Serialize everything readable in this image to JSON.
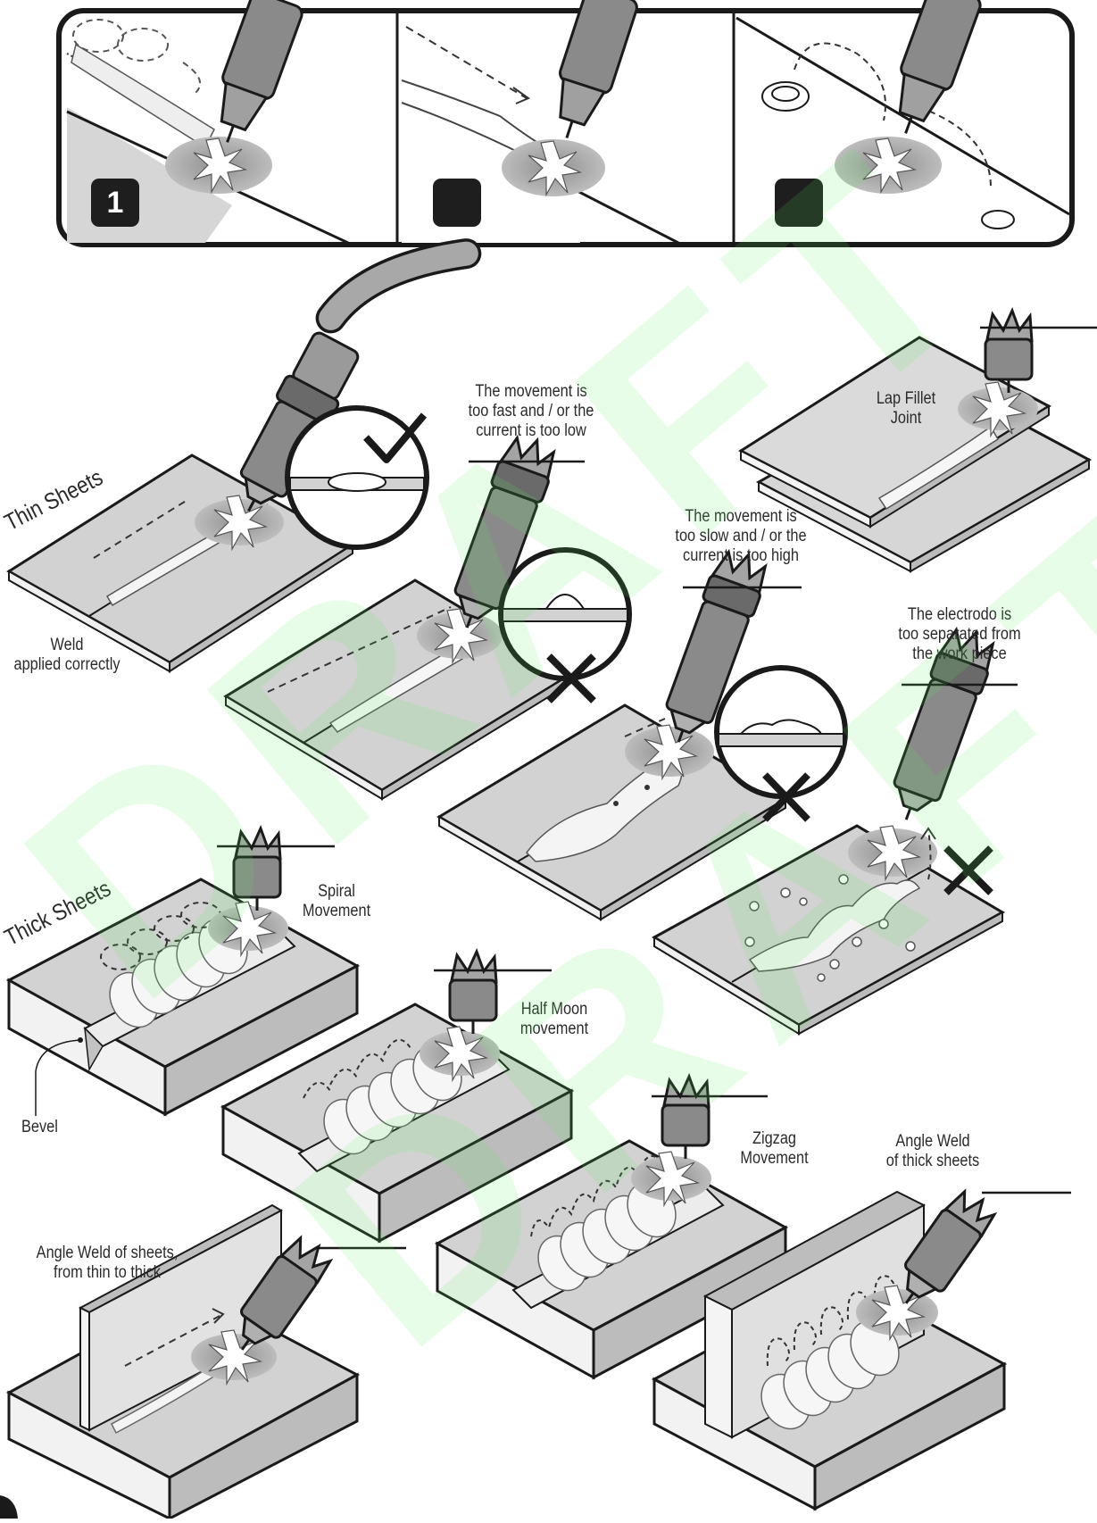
{
  "steps": [
    {
      "number": "1"
    },
    {
      "number": ""
    },
    {
      "number": ""
    }
  ],
  "watermark": {
    "text": "DRAFT",
    "color": "#5af05a"
  },
  "sections": {
    "thin": "Thin Sheets",
    "thick": "Thick Sheets"
  },
  "labels": {
    "weld_correct": "Weld\napplied correctly",
    "too_fast": "The movement is\ntoo fast and / or the\ncurrent is too low",
    "too_slow": "The movement is\ntoo slow and / or the\ncurrent is too high",
    "lap_fillet": "Lap Fillet\nJoint",
    "electrode_separated": "The electrodo is\ntoo separated from\nthe work piece",
    "spiral": "Spiral\nMovement",
    "half_moon": "Half Moon\nmovement",
    "bevel": "Bevel",
    "zigzag": "Zigzag\nMovement",
    "angle_thick": "Angle Weld\nof thick sheets",
    "angle_thin_thick": "Angle Weld of sheets,\nfrom thin to thick"
  },
  "colors": {
    "sheet": "#d2d2d2",
    "outline": "#1a1a1a",
    "torch": "#8e8e8e",
    "glow": "#a6a6a6",
    "bead": "#f4f4f4"
  },
  "icons": [
    "check-icon",
    "cross-icon",
    "arc-spark-icon",
    "torch-icon"
  ]
}
